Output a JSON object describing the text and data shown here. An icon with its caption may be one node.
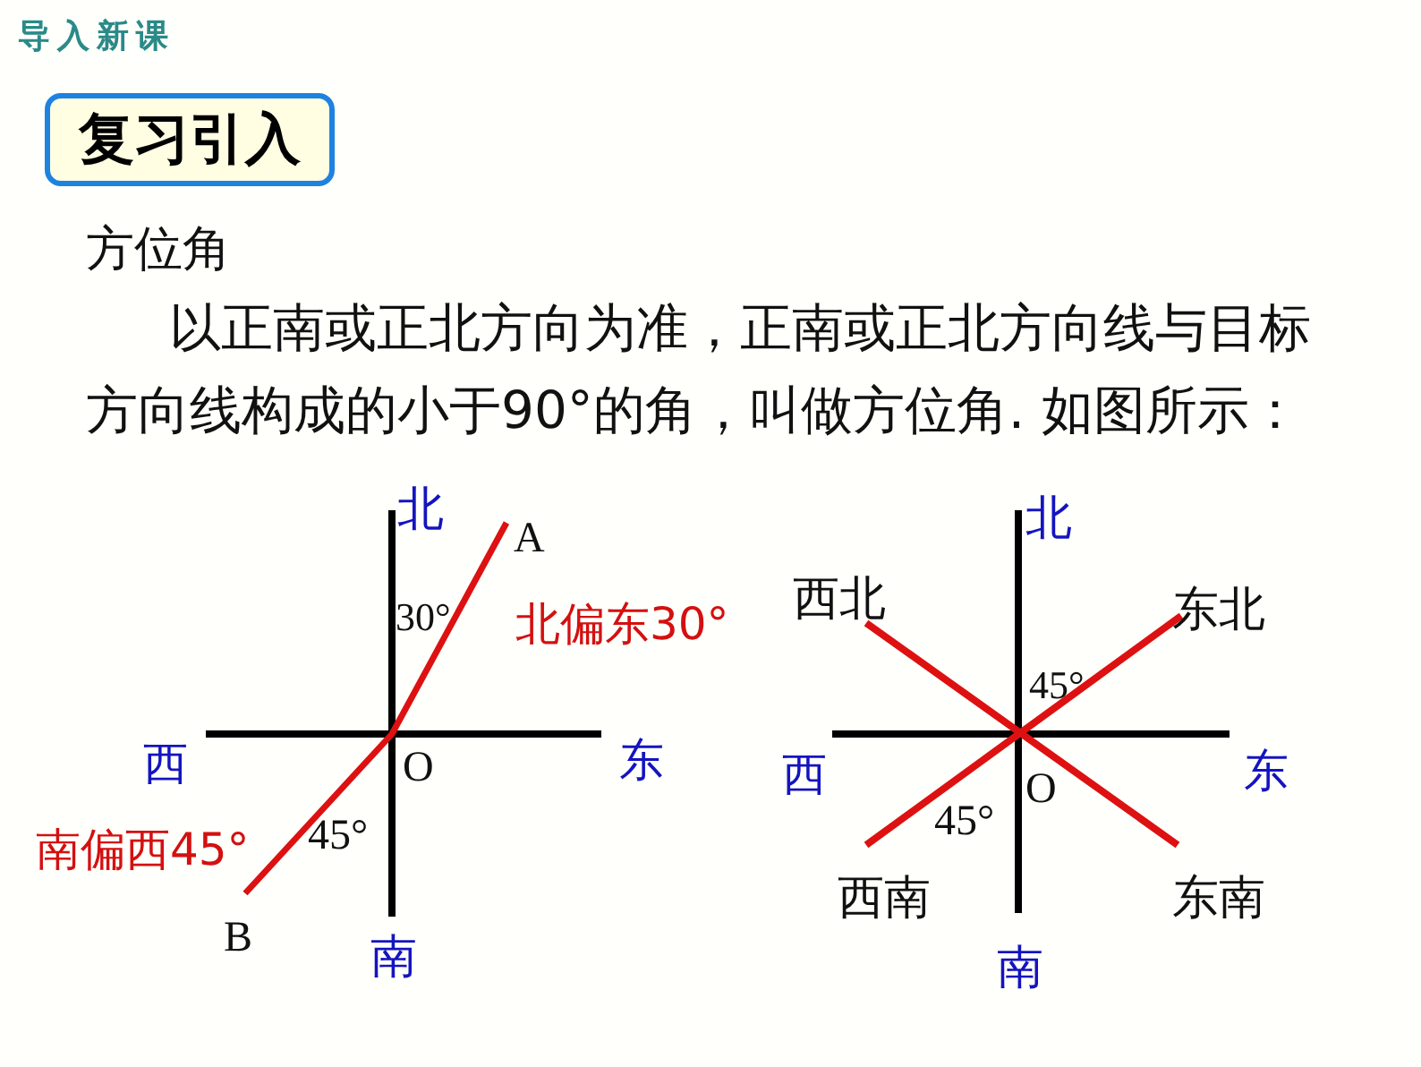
{
  "diagram": {
    "nodes": [
      {
        "text": [
          "复习引入"
        ]
      }
    ],
    "labels": [
      "导入新课",
      "方位角",
      "以正南或正北方向为准，正南或正北方向线与目标方向线构成的小于90°的角，叫做方位角. 如图所示：",
      "北",
      "A",
      "30°",
      "北偏东30°",
      "西",
      "O",
      "东",
      "南偏西45°",
      "45°",
      "B",
      "南",
      "北",
      "西北",
      "东北",
      "45°",
      "西",
      "东",
      "O",
      "45°",
      "西南",
      "东南",
      "南"
    ]
  }
}
